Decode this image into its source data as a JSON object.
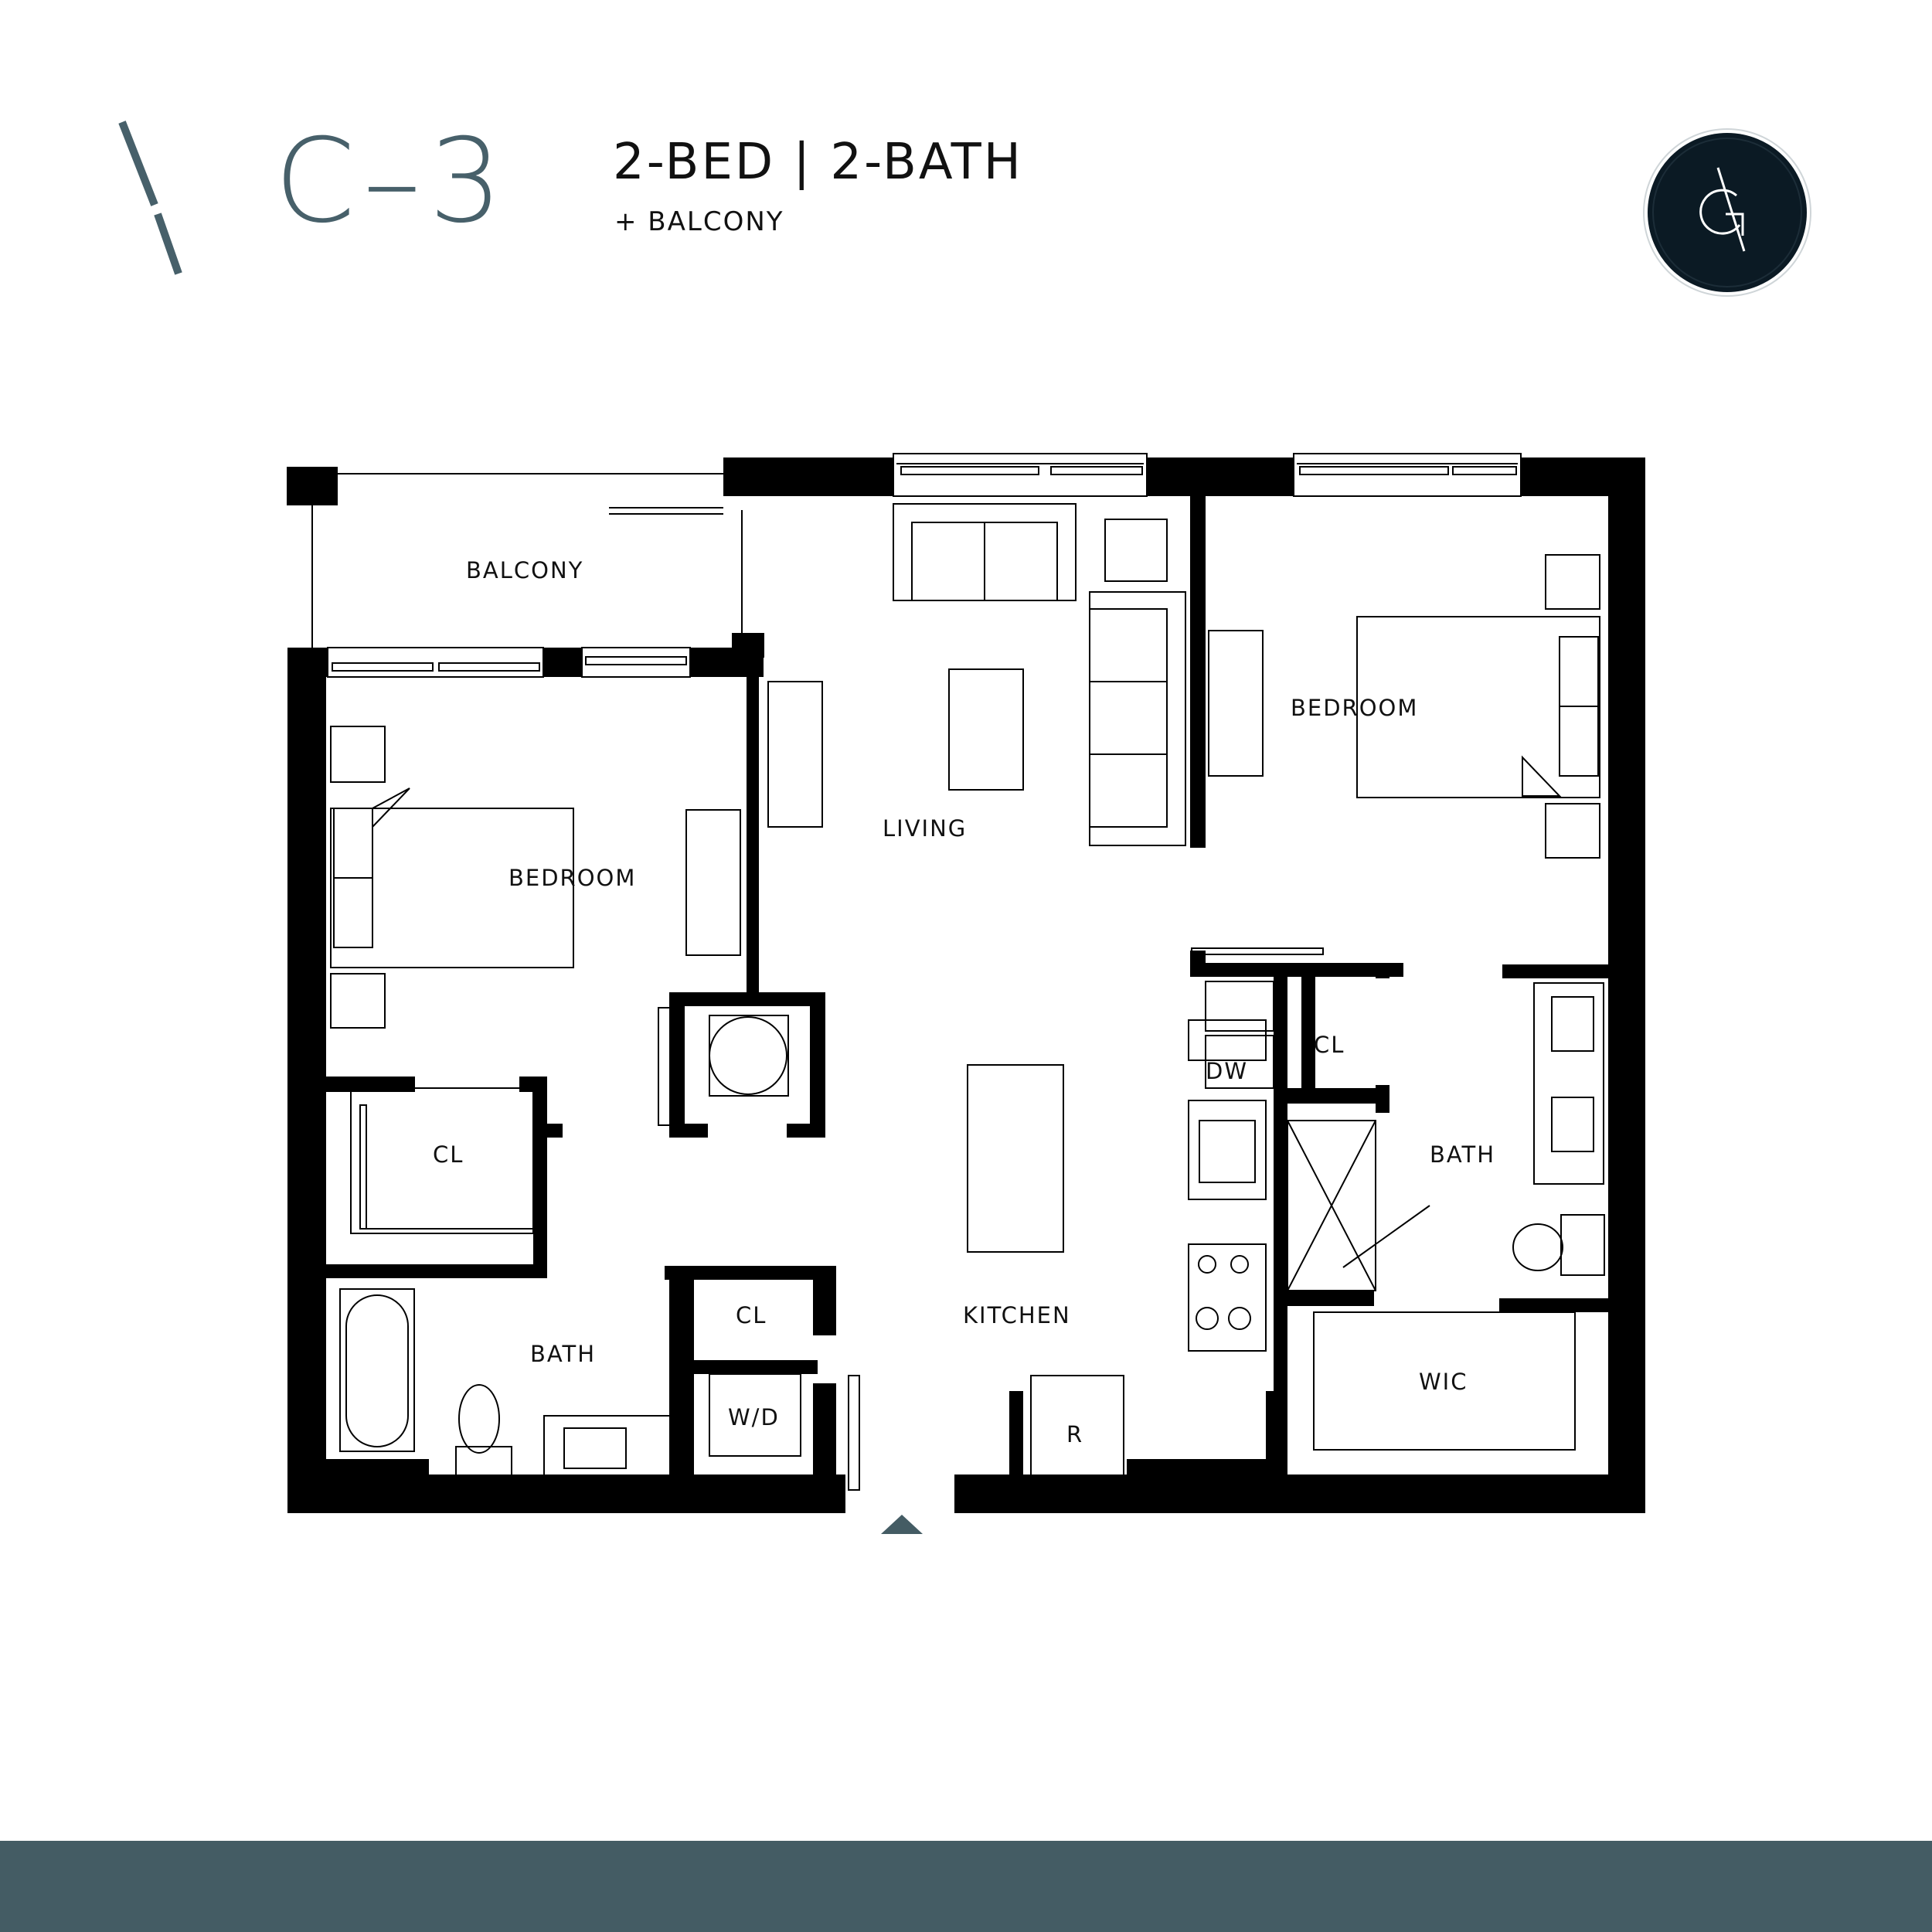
{
  "header": {
    "unit_name": "C–3",
    "unit_type": "2-BED | 2-BATH",
    "unit_extra": "+ BALCONY"
  },
  "colors": {
    "accent": "#445c64",
    "logo_circle": "#0b1a24",
    "wall": "#000000"
  },
  "icons": {
    "logo": "cg-monogram-logo",
    "entry": "entry-triangle-icon",
    "brand_mark": "diagonal-slash-icon"
  },
  "plan": {
    "balcony": "BALCONY",
    "living": "LIVING",
    "bedroom_left": "BEDROOM",
    "bedroom_right": "BEDROOM",
    "closet_left": "CL",
    "bath_left": "BATH",
    "closet_hall": "CL",
    "washer_dryer": "W/D",
    "kitchen": "KITCHEN",
    "dishwasher": "DW",
    "refrigerator": "R",
    "closet_right": "CL",
    "bath_right": "BATH",
    "walk_in_closet": "WIC"
  }
}
